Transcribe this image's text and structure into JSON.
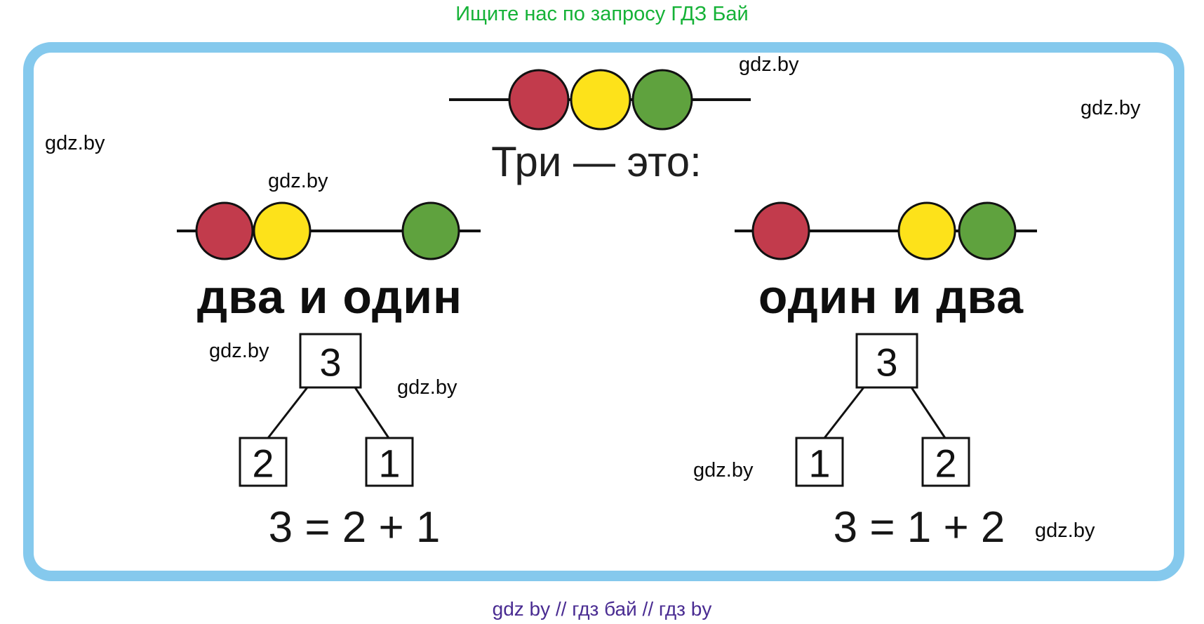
{
  "header": {
    "text": "Ищите нас по запросу ГДЗ Бай"
  },
  "footer": {
    "text": "gdz by  //  гдз бай  //  гдз by"
  },
  "watermark": "gdz.by",
  "title": "Три — это:",
  "colors": {
    "header_green": "#15b237",
    "footer_purple": "#4a2c92",
    "border_blue": "#85c9ed",
    "bead_red": "#c23b4c",
    "bead_yellow": "#fde21a",
    "bead_green": "#5fa23e",
    "outline_black": "#111111"
  },
  "left": {
    "label": "два и один",
    "bond": {
      "whole": "3",
      "part_left": "2",
      "part_right": "1"
    },
    "equation": "3 = 2 + 1"
  },
  "right": {
    "label": "один и два",
    "bond": {
      "whole": "3",
      "part_left": "1",
      "part_right": "2"
    },
    "equation": "3 = 1 + 2"
  }
}
